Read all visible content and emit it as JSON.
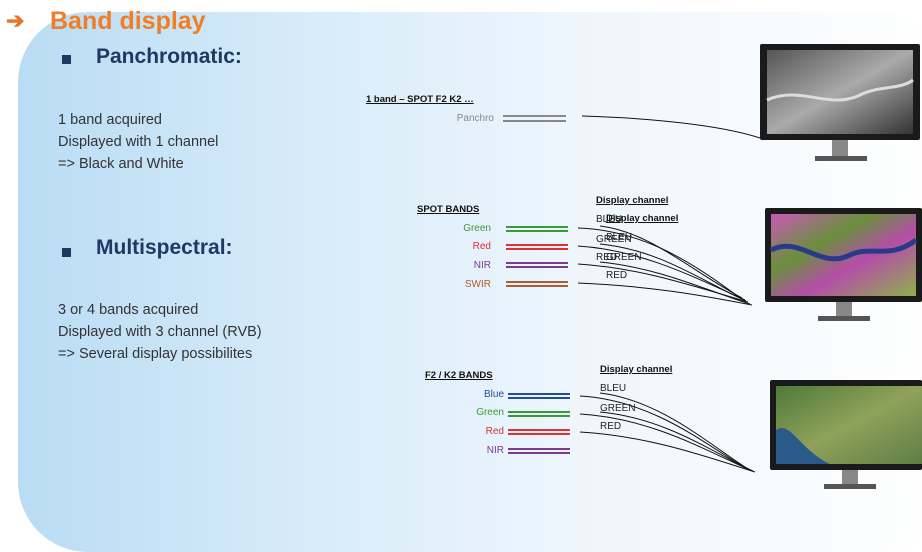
{
  "header": {
    "arrow": "➔",
    "title": "Band display"
  },
  "panchro": {
    "heading": "Panchromatic:",
    "lines": [
      "1 band acquired",
      "Displayed with 1 channel",
      "=> Black and White"
    ],
    "caption": "1 band – SPOT F2 K2 …",
    "band": "Panchro"
  },
  "multi": {
    "heading": "Multispectral:",
    "lines": [
      "3 or 4 bands acquired",
      "Displayed with 3 channel (RVB)",
      "=> Several display possibilites"
    ]
  },
  "spot": {
    "title": "SPOT BANDS",
    "bands": [
      "Green",
      "Red",
      "NIR",
      "SWIR"
    ],
    "channel_title": "Display channel",
    "channel_title_overlap": "Display channel",
    "channels": [
      "BLEU",
      "GREEN",
      "RED"
    ]
  },
  "f2k2": {
    "title": "F2 / K2 BANDS",
    "bands": [
      "Blue",
      "Green",
      "Red",
      "NIR"
    ],
    "channel_title": "Display channel",
    "channels": [
      "BLEU",
      "GREEN",
      "RED"
    ]
  },
  "colors": {
    "orange": "#f07e26",
    "navy": "#1f3864",
    "green": "#3a9a3a",
    "red": "#e03030",
    "purple": "#7a3d8a",
    "blue": "#1f4f9a",
    "gray": "#888888",
    "brown": "#b05a30"
  }
}
